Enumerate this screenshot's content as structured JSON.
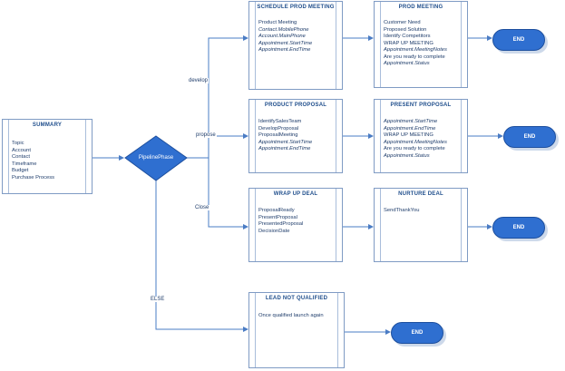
{
  "summary": {
    "title": "SUMMARY",
    "lines": [
      "Topic",
      "Account",
      "Contact",
      "Timeframe",
      "Budget",
      "Purchase Process"
    ]
  },
  "decision": {
    "label": "PipelinePhase"
  },
  "branches": {
    "develop": "develop",
    "propose": "propose",
    "close": "Close",
    "else": "ELSE"
  },
  "schedule": {
    "title": "SCHEDULE PROD MEETING",
    "lines": [
      {
        "t": "Product Meeting",
        "i": false
      },
      {
        "t": "Contact.MobilePhone",
        "i": true
      },
      {
        "t": "Account.MainPhone",
        "i": true
      },
      {
        "t": "Appointment.StartTime",
        "i": true
      },
      {
        "t": "Appointment.EndTime",
        "i": true
      }
    ]
  },
  "prod_meeting": {
    "title": "PROD MEETING",
    "lines": [
      {
        "t": "Customer Need",
        "i": false
      },
      {
        "t": "Proposed Solution",
        "i": false
      },
      {
        "t": "Identify Competitors",
        "i": false
      },
      {
        "t": "WRAP UP MEETING",
        "i": false
      },
      {
        "t": "Appointment.MeetingNotes",
        "i": true
      },
      {
        "t": "Are you ready to complete",
        "i": false
      },
      {
        "t": "Appointment.Status",
        "i": true
      }
    ]
  },
  "product_proposal": {
    "title": "PRODUCT PROPOSAL",
    "lines": [
      {
        "t": "IdentifySalesTeam",
        "i": false
      },
      {
        "t": "DevelopProposal",
        "i": false
      },
      {
        "t": "ProposalMeeting",
        "i": false
      },
      {
        "t": "Appointment.StartTime",
        "i": true
      },
      {
        "t": "Appointment.EndTime",
        "i": true
      }
    ]
  },
  "present_proposal": {
    "title": "PRESENT PROPOSAL",
    "lines": [
      {
        "t": "Appointment.StartTime",
        "i": true
      },
      {
        "t": "Appointment.EndTime",
        "i": true
      },
      {
        "t": "WRAP UP MEETING",
        "i": false
      },
      {
        "t": "Appointment.MeetingNotes",
        "i": true
      },
      {
        "t": "Are you ready to complete",
        "i": false
      },
      {
        "t": "Appointment.Status",
        "i": true
      }
    ]
  },
  "wrap_up": {
    "title": "WRAP UP DEAL",
    "lines": [
      {
        "t": "ProposalReady",
        "i": false
      },
      {
        "t": "PresentProposal",
        "i": false
      },
      {
        "t": "PresentedProposal",
        "i": false
      },
      {
        "t": "DecisionDate",
        "i": false
      }
    ]
  },
  "nurture": {
    "title": "NURTURE DEAL",
    "lines": [
      {
        "t": "SendThankYou",
        "i": false
      }
    ]
  },
  "lead": {
    "title": "LEAD NOT QUALIFIED",
    "lines": [
      {
        "t": "Once qualified launch again",
        "i": false
      }
    ]
  },
  "end_label": "END",
  "colors": {
    "arrow": "#4a7cc4",
    "box_border": "#7f9bc4",
    "diamond": "#2f6fd0",
    "end_fill": "#2f6fd0",
    "text": "#1f3d6b",
    "title": "#1f4e8c"
  }
}
